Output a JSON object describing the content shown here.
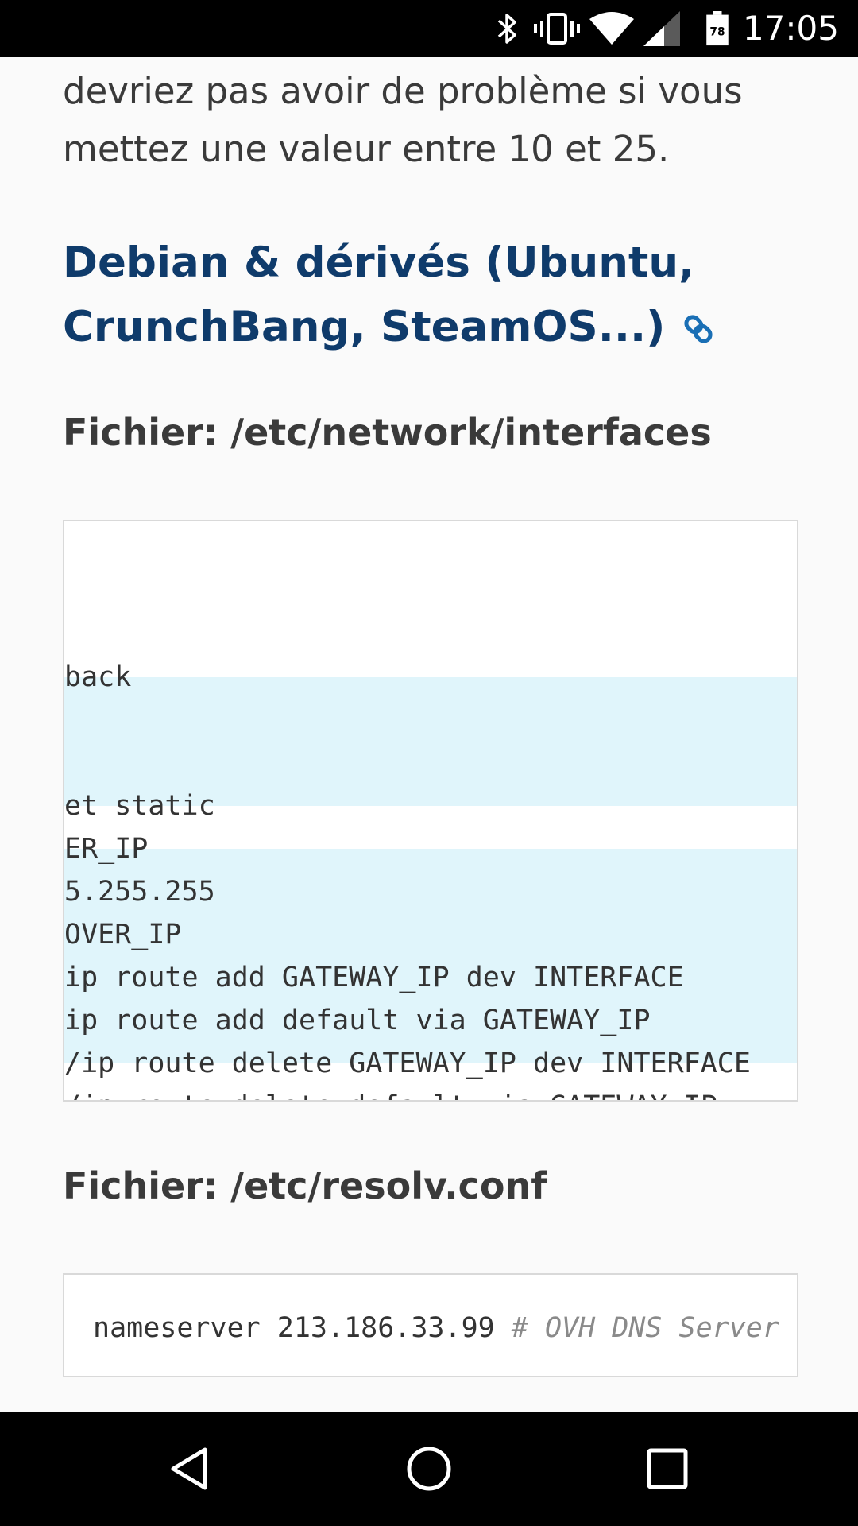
{
  "status_bar": {
    "time": "17:05",
    "battery_level": "78",
    "icons": [
      "bluetooth-icon",
      "vibrate-icon",
      "wifi-icon",
      "signal-icon",
      "battery-icon"
    ]
  },
  "article": {
    "paragraph_lines": [
      "devriez pas avoir de problème si vous",
      "mettez une valeur entre 10 et 25."
    ],
    "heading_lines": [
      "Debian & dérivés (Ubuntu,",
      "CrunchBang, SteamOS...)"
    ],
    "heading_link_icon": "link-icon",
    "file1_label": "Fichier: /etc/network/interfaces",
    "file1_code_lines": [
      "back",
      "et static",
      "ER_IP",
      "5.255.255",
      "OVER_IP",
      "ip route add GATEWAY_IP dev INTERFACE",
      "ip route add default via GATEWAY_IP",
      "/ip route delete GATEWAY_IP dev INTERFACE",
      "/ip route delete default via GATEWAY_IP"
    ],
    "file2_label": "Fichier: /etc/resolv.conf",
    "file2_code": {
      "text": "nameserver 213.186.33.99 ",
      "comment": "# OVH DNS Server"
    }
  },
  "nav_bar": {
    "buttons": [
      "back-icon",
      "home-icon",
      "recents-icon"
    ]
  },
  "colors": {
    "heading": "#0f3b6b",
    "text": "#3a3a3a",
    "code_highlight": "#e0f5fb",
    "link_icon": "#1a6fb5"
  }
}
